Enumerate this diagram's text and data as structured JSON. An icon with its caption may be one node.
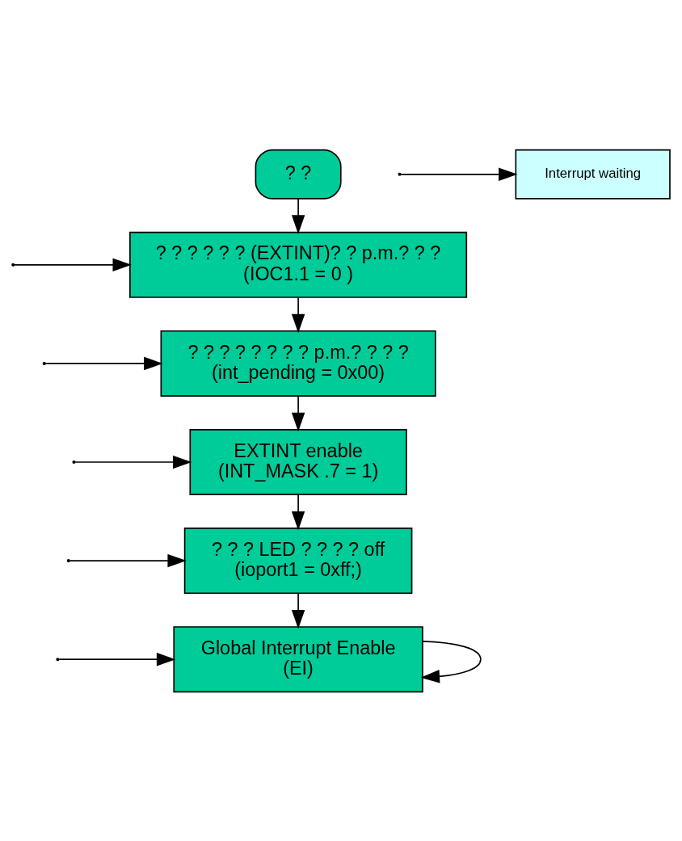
{
  "diagram": {
    "nodes": [
      {
        "text": [
          "? ?"
        ]
      },
      {
        "text": [
          "? ? ? ? ? ? (EXTINT)? ? p.m.? ? ?",
          "(IOC1.1 = 0 )"
        ]
      },
      {
        "text": [
          "? ? ? ? ? ? ? ? p.m.? ? ? ?",
          "(int_pending = 0x00)"
        ]
      },
      {
        "text": [
          "EXTINT enable",
          "(INT_MASK .7 = 1)"
        ]
      },
      {
        "text": [
          "? ? ? LED ? ? ? ? off",
          "(ioport1 = 0xff;)"
        ]
      },
      {
        "text": [
          "Global Interrupt Enable",
          "(EI)"
        ]
      },
      {
        "text": [
          "Interrupt waiting"
        ]
      }
    ],
    "edges": [
      {
        "from": 0,
        "to": 1,
        "arrow": "to"
      },
      {
        "from": 1,
        "to": 2,
        "arrow": "to"
      },
      {
        "from": 2,
        "to": 3,
        "arrow": "to"
      },
      {
        "from": 3,
        "to": 4,
        "arrow": "to"
      },
      {
        "from": 4,
        "to": 5,
        "arrow": "to"
      },
      {
        "from": null,
        "to": 1,
        "arrow": "to"
      },
      {
        "from": null,
        "to": 2,
        "arrow": "to"
      },
      {
        "from": null,
        "to": 3,
        "arrow": "to"
      },
      {
        "from": null,
        "to": 4,
        "arrow": "to"
      },
      {
        "from": null,
        "to": 5,
        "arrow": "to"
      },
      {
        "from": null,
        "to": 6,
        "arrow": "to"
      },
      {
        "from": 5,
        "to": 5,
        "arrow": "to"
      }
    ]
  }
}
